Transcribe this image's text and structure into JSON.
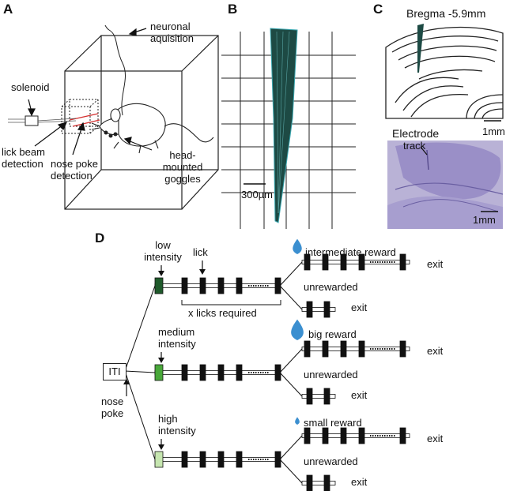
{
  "panel_a": {
    "label": "A",
    "neuronal": "neuronal aquisition",
    "solenoid": "solenoid",
    "lick_beam": [
      "lick beam",
      "detection"
    ],
    "nose_poke": [
      "nose poke",
      "detection"
    ],
    "goggles": [
      "head-",
      "mounted",
      "goggles"
    ]
  },
  "panel_b": {
    "label": "B",
    "scale": "300µm"
  },
  "panel_c": {
    "label": "C",
    "bregma": "Bregma -5.9mm",
    "scale_top": "1mm",
    "electrode": "Electrode",
    "track": "track",
    "scale_bottom": "1mm"
  },
  "panel_d": {
    "label": "D",
    "iti": "ITI",
    "nose_poke": [
      "nose",
      "poke"
    ],
    "lick": "lick",
    "x_licks": "x licks required",
    "exit": "exit",
    "unrewarded": "unrewarded",
    "trials": [
      {
        "intensity": [
          "low",
          "intensity"
        ],
        "reward": "intermediate reward",
        "color": "#1f5a2b"
      },
      {
        "intensity": [
          "medium",
          "intensity"
        ],
        "reward": "big reward",
        "color": "#49a83a"
      },
      {
        "intensity": [
          "high",
          "intensity"
        ],
        "reward": "small reward",
        "color": "#c6e6b0"
      }
    ],
    "drop_color": "#3b8fd0"
  }
}
